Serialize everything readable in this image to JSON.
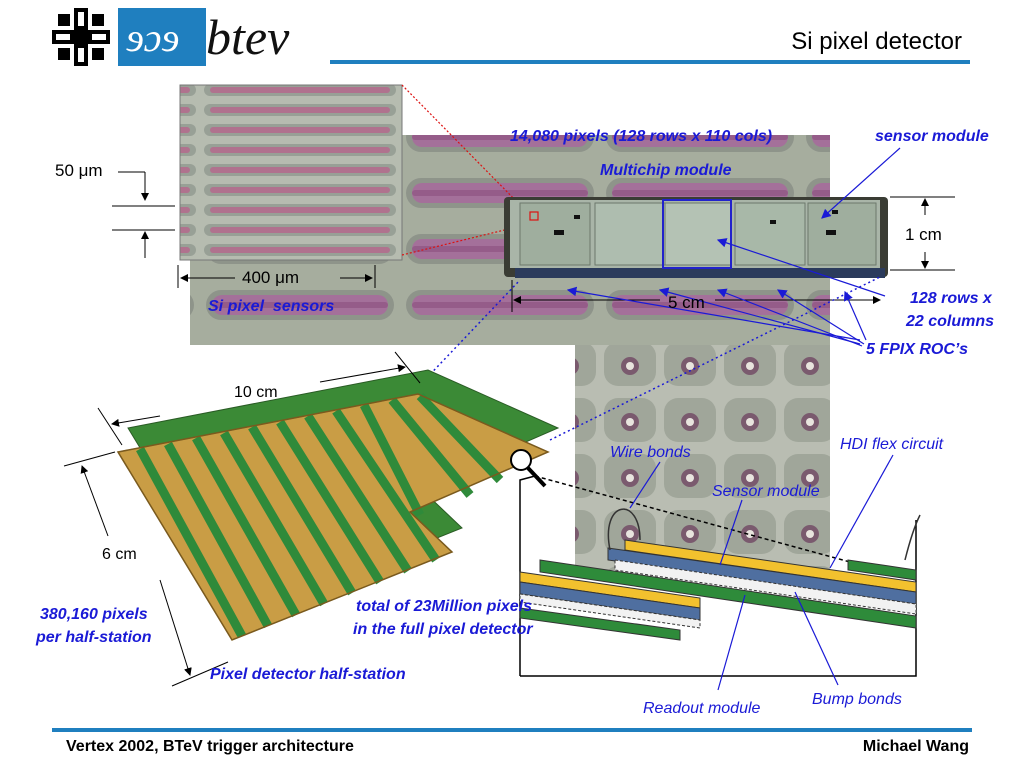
{
  "header": {
    "logo_left": "ɘɔɘ",
    "logo_right": "btev",
    "slide_title": "Si pixel detector"
  },
  "labels": {
    "pixel_count": "14,080 pixels (128 rows x 110 cols)",
    "multichip": "Multichip module",
    "sensor_module": "sensor module",
    "dim_50um": "50 μm",
    "dim_400um": "400 μm",
    "dim_1cm": "1 cm",
    "dim_5cm": "5 cm",
    "si_pixel_sensors": "Si pixel  sensors",
    "rows_cols_line1": "128 rows x",
    "rows_cols_line2": "22 columns",
    "roc": "5 FPIX ROC’s",
    "dim_10cm": "10 cm",
    "dim_6cm": "6 cm",
    "pixels_half_line1": "380,160 pixels",
    "pixels_half_line2": "per half-station",
    "total_line1": "total of 23Million pixels",
    "total_line2": "in the full pixel detector",
    "half_station": "Pixel detector half-station",
    "wire_bonds": "Wire bonds",
    "sensor_module_lower": "Sensor module",
    "hdi": "HDI flex circuit",
    "readout": "Readout module",
    "bump": "Bump bonds"
  },
  "footer": {
    "left": "Vertex 2002, BTeV trigger architecture",
    "right": "Michael Wang"
  },
  "colors": {
    "rule": "#1f7fbf",
    "label_blue": "#1a1ad6",
    "gold": "#c89a3a",
    "green": "#2e8b3a"
  }
}
